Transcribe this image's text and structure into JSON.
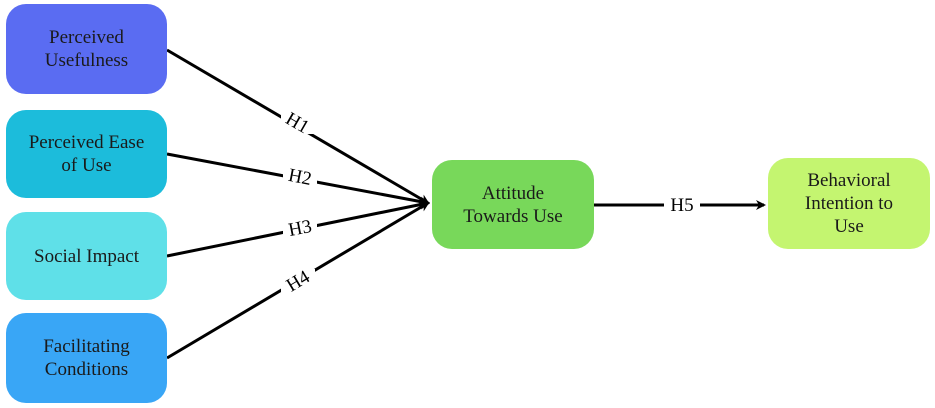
{
  "nodes": {
    "perceived_usefulness": {
      "label": "Perceived\nUsefulness",
      "color": "#5a6cf2"
    },
    "perceived_ease_of_use": {
      "label": "Perceived Ease\nof Use",
      "color": "#1cbcdb"
    },
    "social_impact": {
      "label": "Social Impact",
      "color": "#5fe0e8"
    },
    "facilitating_conditions": {
      "label": "Facilitating\nConditions",
      "color": "#39a6f6"
    },
    "attitude_towards_use": {
      "label": "Attitude\nTowards Use",
      "color": "#78d85a"
    },
    "behavioral_intention": {
      "label": "Behavioral\nIntention to\nUse",
      "color": "#c4f570"
    }
  },
  "edges": [
    {
      "from": "perceived_usefulness",
      "to": "attitude_towards_use",
      "label": "H1"
    },
    {
      "from": "perceived_ease_of_use",
      "to": "attitude_towards_use",
      "label": "H2"
    },
    {
      "from": "social_impact",
      "to": "attitude_towards_use",
      "label": "H3"
    },
    {
      "from": "facilitating_conditions",
      "to": "attitude_towards_use",
      "label": "H4"
    },
    {
      "from": "attitude_towards_use",
      "to": "behavioral_intention",
      "label": "H5"
    }
  ]
}
